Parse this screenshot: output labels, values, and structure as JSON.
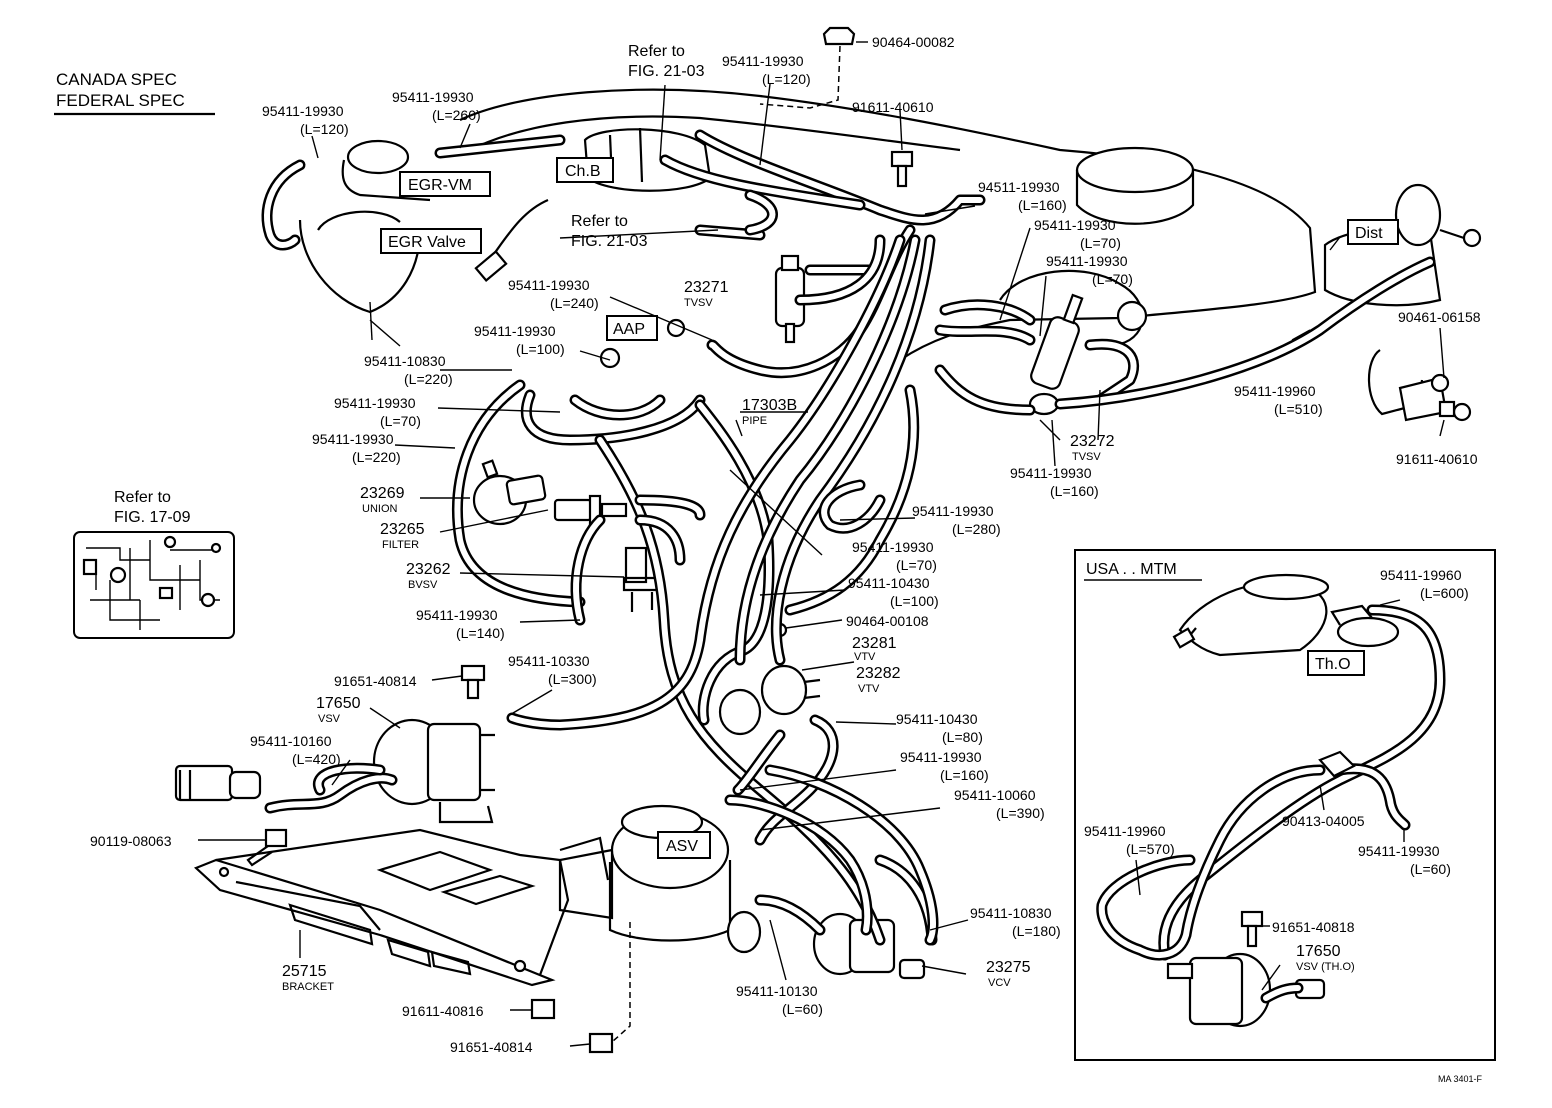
{
  "spec": {
    "canada": "CANADA SPEC",
    "federal": "FEDERAL SPEC"
  },
  "refs": {
    "fig2103_top": [
      "Refer to",
      "FIG. 21-03"
    ],
    "fig2103_mid": [
      "Refer to",
      "FIG. 21-03"
    ],
    "fig1709": [
      "Refer to",
      "FIG. 17-09"
    ]
  },
  "boxed": {
    "egr_vm": "EGR-VM",
    "egr_valve": "EGR Valve",
    "chb": "Ch.B",
    "aap": "AAP",
    "dist": "Dist",
    "asv": "ASV",
    "tho": "Th.O"
  },
  "callouts": {
    "c01": [
      "95411-19930",
      "(L=120)"
    ],
    "c02": [
      "95411-19930",
      "(L=260)"
    ],
    "c03": [
      "95411-19930",
      "(L=120)"
    ],
    "c04": [
      "90464-00082"
    ],
    "c05": [
      "91611-40610"
    ],
    "c06": [
      "94511-19930",
      "(L=160)"
    ],
    "c07": [
      "95411-19930",
      "(L=70)"
    ],
    "c08": [
      "95411-19930",
      "(L=70)"
    ],
    "c09": [
      "95411-19930",
      "(L=240)"
    ],
    "c10": [
      "95411-19930",
      "(L=100)"
    ],
    "c11": [
      "95411-10830",
      "(L=220)"
    ],
    "c12": [
      "95411-19930",
      "(L=70)"
    ],
    "c13": [
      "95411-19930",
      "(L=220)"
    ],
    "c14": [
      "95411-19930",
      "(L=140)"
    ],
    "c15": [
      "95411-19930",
      "(L=160)"
    ],
    "c16": [
      "95411-19930",
      "(L=280)"
    ],
    "c17": [
      "95411-19930",
      "(L=70)"
    ],
    "c18": [
      "95411-10430",
      "(L=100)"
    ],
    "c19": [
      "90464-00108"
    ],
    "c20": [
      "95411-10330",
      "(L=300)"
    ],
    "c21": [
      "91651-40814"
    ],
    "c22": [
      "95411-10160",
      "(L=420)"
    ],
    "c23": [
      "95411-10430",
      "(L=80)"
    ],
    "c24": [
      "95411-19930",
      "(L=160)"
    ],
    "c25": [
      "95411-10060",
      "(L=390)"
    ],
    "c26": [
      "90119-08063"
    ],
    "c27": [
      "95411-10830",
      "(L=180)"
    ],
    "c28": [
      "95411-10130",
      "(L=60)"
    ],
    "c29": [
      "91611-40816"
    ],
    "c30": [
      "91651-40814"
    ],
    "c31": [
      "90461-06158"
    ],
    "c32": [
      "95411-19960",
      "(L=510)"
    ],
    "c33": [
      "91611-40610"
    ],
    "c34": [
      "95411-19960",
      "(L=600)"
    ],
    "c35": [
      "90413-04005"
    ],
    "c36": [
      "95411-19930",
      "(L=60)"
    ],
    "c37": [
      "95411-19960",
      "(L=570)"
    ],
    "c38": [
      "91651-40818"
    ]
  },
  "parts": {
    "p23271": [
      "23271",
      "TVSV"
    ],
    "p17303b": [
      "17303B",
      "PIPE"
    ],
    "p23269": [
      "23269",
      "UNION"
    ],
    "p23265": [
      "23265",
      "FILTER"
    ],
    "p23262": [
      "23262",
      "BVSV"
    ],
    "p23272": [
      "23272",
      "TVSV"
    ],
    "p23281": [
      "23281",
      "VTV"
    ],
    "p23282": [
      "23282",
      "VTV"
    ],
    "p17650": [
      "17650",
      "VSV"
    ],
    "p25715": [
      "25715",
      "BRACKET"
    ],
    "p23275": [
      "23275",
      "VCV"
    ],
    "p17650b": [
      "17650",
      "VSV (TH.O)"
    ]
  },
  "inset_title": "USA . . MTM",
  "footer_code": "MA 3401-F"
}
